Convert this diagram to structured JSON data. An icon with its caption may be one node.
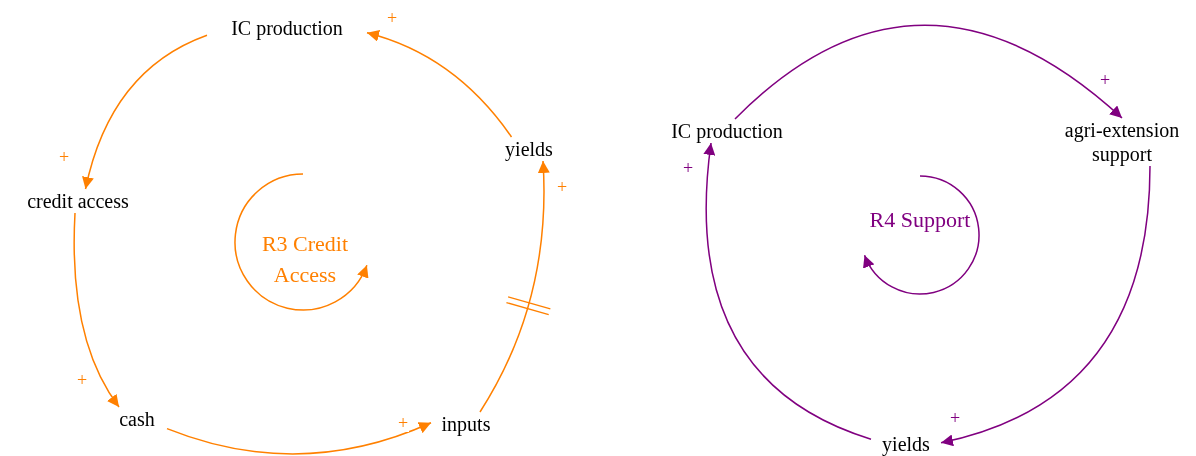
{
  "diagram": {
    "nodes": [
      {
        "text": [
          "IC production"
        ]
      },
      {
        "text": [
          "credit access"
        ]
      },
      {
        "text": [
          "cash"
        ]
      },
      {
        "text": [
          "inputs"
        ]
      },
      {
        "text": [
          "yields"
        ]
      },
      {
        "text": [
          "IC production"
        ]
      },
      {
        "text": [
          "agri-extension support"
        ]
      },
      {
        "text": [
          "yields"
        ]
      }
    ],
    "edges": [
      {
        "from": 0,
        "to": 1,
        "arrow": "to",
        "label": "+",
        "color": "#ff8000"
      },
      {
        "from": 1,
        "to": 2,
        "arrow": "to",
        "label": "+",
        "color": "#ff8000"
      },
      {
        "from": 2,
        "to": 3,
        "arrow": "to",
        "label": "+",
        "color": "#ff8000"
      },
      {
        "from": 3,
        "to": 4,
        "arrow": "to",
        "label": "+",
        "color": "#ff8000"
      },
      {
        "from": 4,
        "to": 0,
        "arrow": "to",
        "label": "+",
        "color": "#ff8000"
      },
      {
        "from": 5,
        "to": 6,
        "arrow": "to",
        "label": "+",
        "color": "#800080"
      },
      {
        "from": 6,
        "to": 7,
        "arrow": "to",
        "label": "+",
        "color": "#800080"
      },
      {
        "from": 7,
        "to": 5,
        "arrow": "to",
        "label": "+",
        "color": "#800080"
      }
    ],
    "labels": [
      "R3 Credit Access",
      "R4 Support"
    ]
  }
}
